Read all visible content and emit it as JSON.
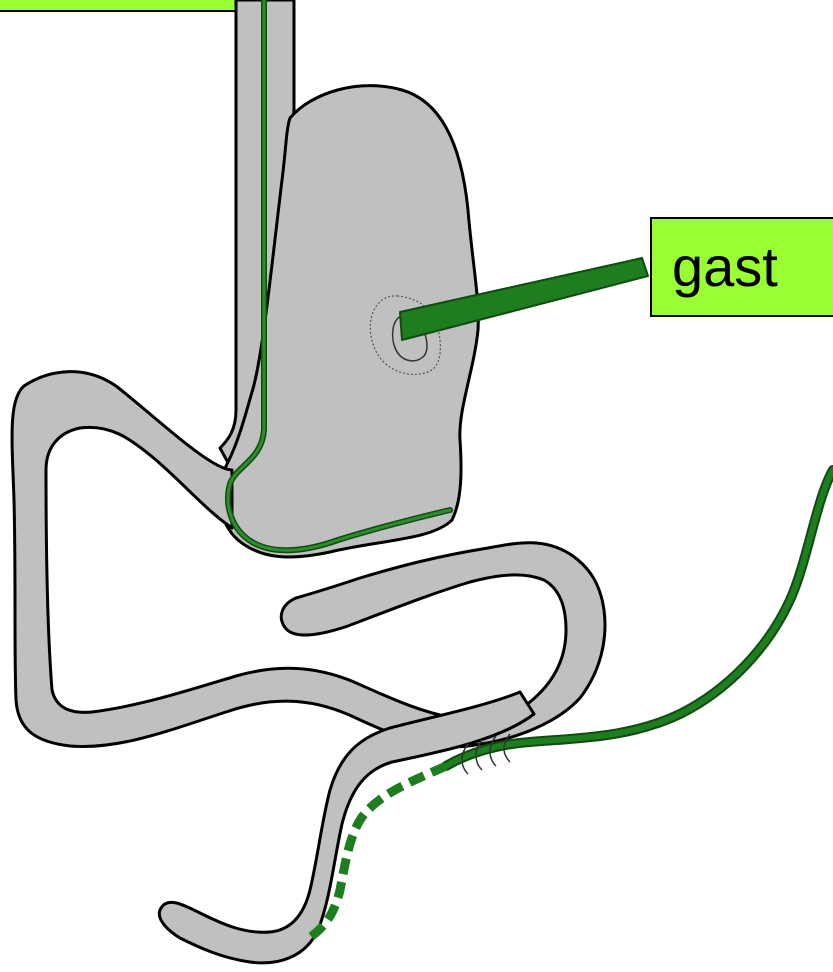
{
  "labels": {
    "top_left": "",
    "side": "gast"
  },
  "colors": {
    "tissue_fill": "#c0c0c0",
    "tissue_outline": "#000000",
    "tube": "#1e7d1e",
    "tube_outline": "#0f4d0f",
    "label_background": "#99ff33",
    "label_border": "#000000"
  },
  "structures": {
    "esophagus": "esophagus",
    "stomach": "stomach",
    "duodenum": "duodenum",
    "jejunum": "jejunum",
    "gastrostomy_site": "stoma",
    "nasogastric_tube": "tube",
    "gastrostomy_tube": "tube",
    "jejunal_tube": "tube"
  }
}
